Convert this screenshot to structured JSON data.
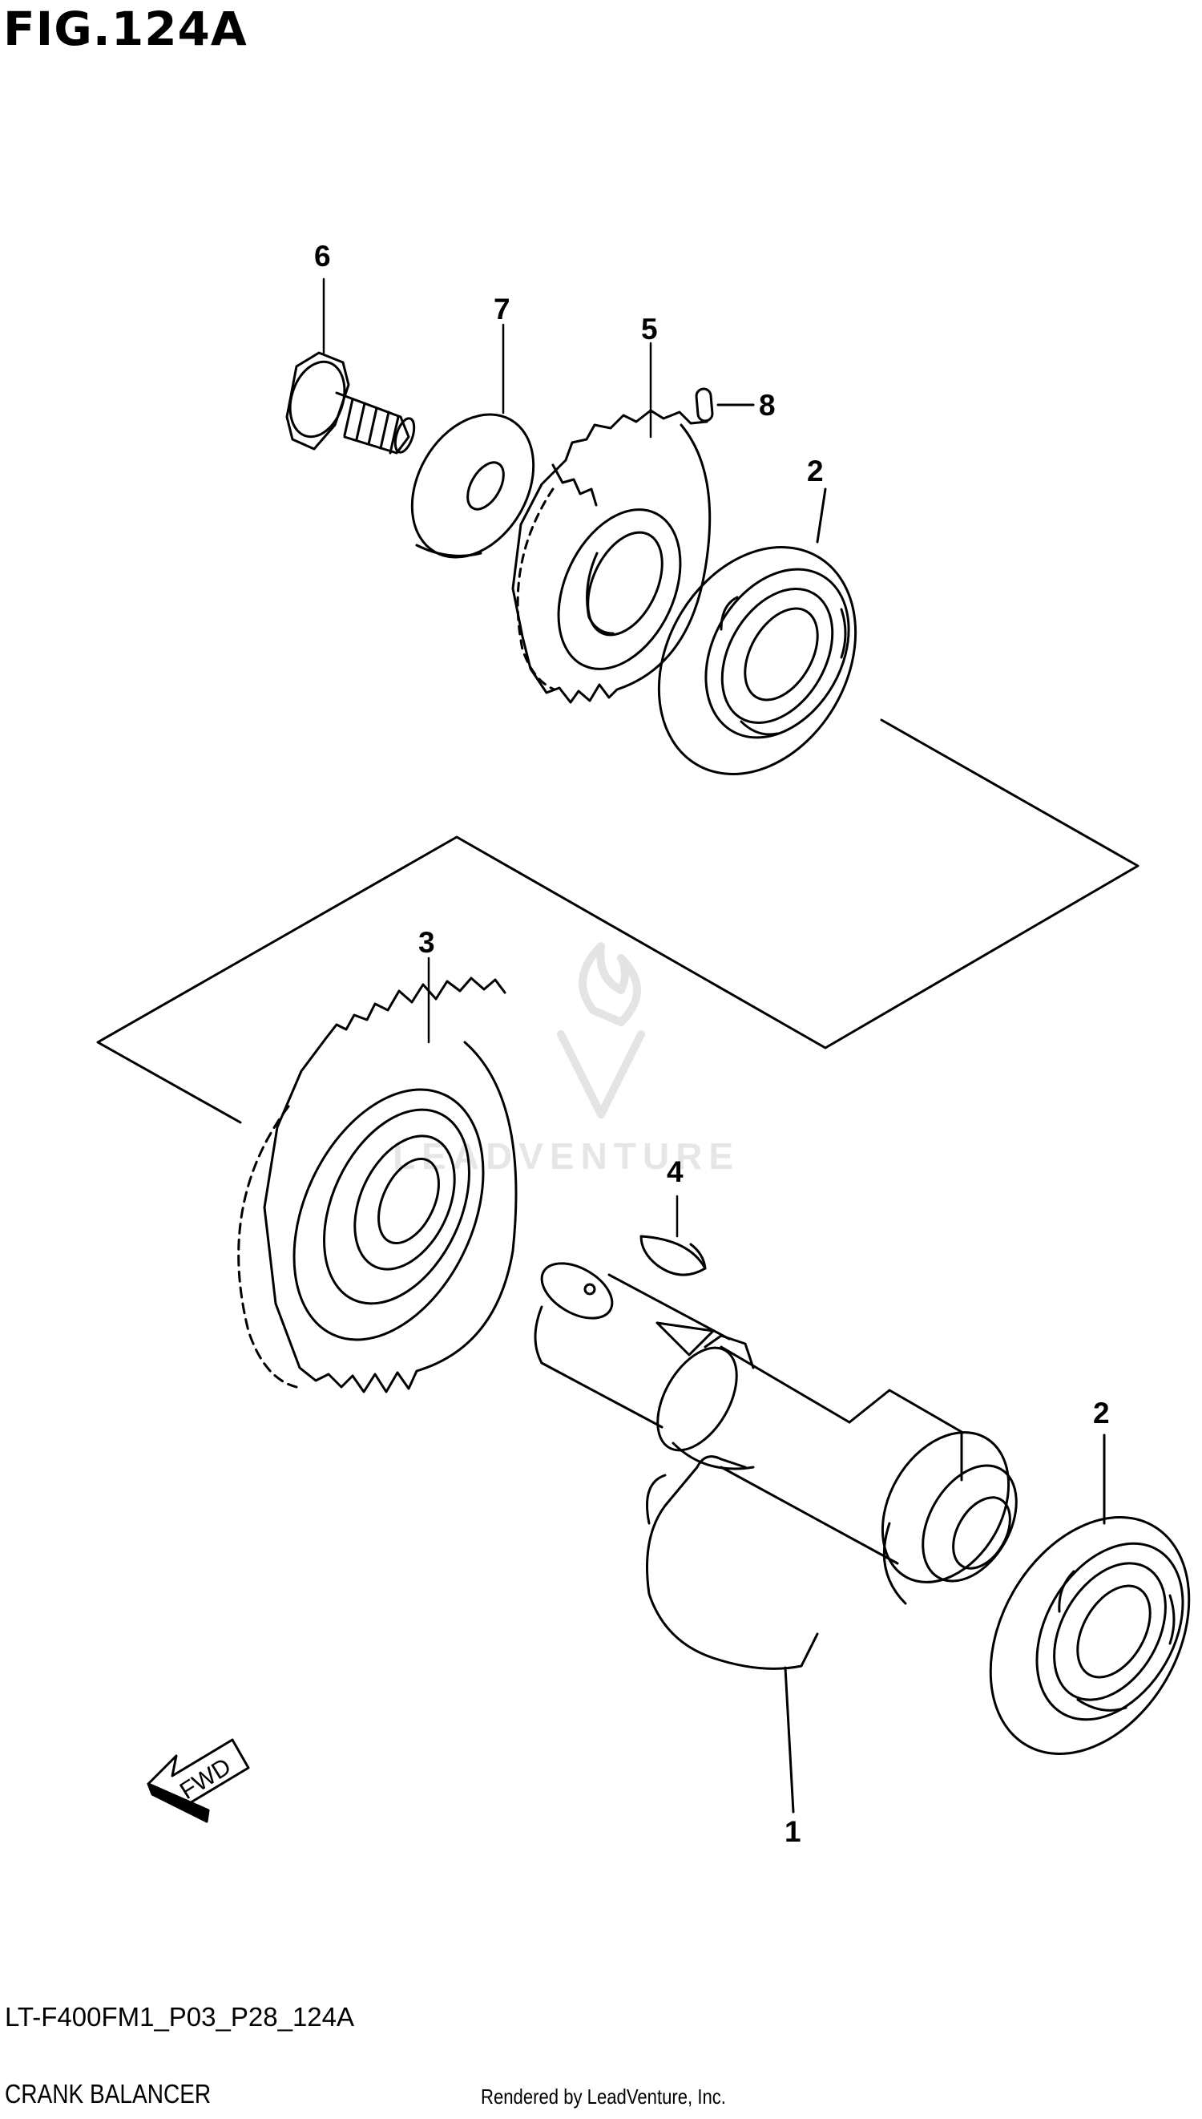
{
  "figure": {
    "title": "FIG.124A",
    "code": "LT-F400FM1_P03_P28_124A",
    "name": "CRANK BALANCER",
    "rendered_by": "Rendered by LeadVenture, Inc.",
    "watermark": "LEADVENTURE",
    "fwd_label": "FWD"
  },
  "callouts": {
    "c6": "6",
    "c7": "7",
    "c5": "5",
    "c8": "8",
    "c2_top": "2",
    "c3": "3",
    "c4": "4",
    "c2_bottom": "2",
    "c1": "1"
  },
  "parts": [
    {
      "ref": "1",
      "icon": "balancer-shaft-icon"
    },
    {
      "ref": "2",
      "icon": "bearing-icon"
    },
    {
      "ref": "3",
      "icon": "driven-gear-icon"
    },
    {
      "ref": "4",
      "icon": "key-icon"
    },
    {
      "ref": "5",
      "icon": "balancer-gear-icon"
    },
    {
      "ref": "6",
      "icon": "flange-bolt-icon"
    },
    {
      "ref": "7",
      "icon": "washer-icon"
    },
    {
      "ref": "8",
      "icon": "pin-icon"
    }
  ]
}
